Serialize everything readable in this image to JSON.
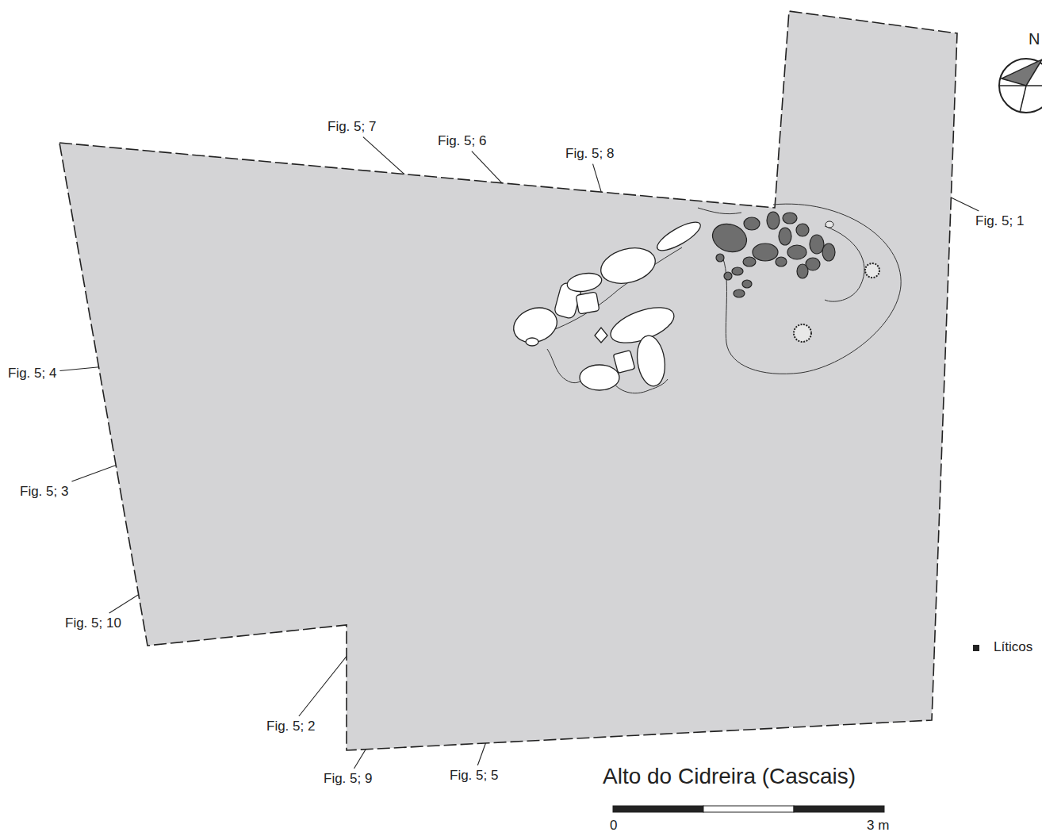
{
  "diagram": {
    "title": "Alto do Cidreira (Cascais)",
    "labels": [
      "Fig. 5; 7",
      "Fig. 5; 6",
      "Fig. 5; 8",
      "Fig. 5; 1",
      "Fig. 5; 4",
      "Fig. 5; 3",
      "Fig. 5; 10",
      "Fig. 5; 2",
      "Fig. 5; 9",
      "Fig. 5; 5",
      "0",
      "3 m",
      "N"
    ],
    "legend": [
      {
        "text": "Líticos"
      }
    ]
  }
}
